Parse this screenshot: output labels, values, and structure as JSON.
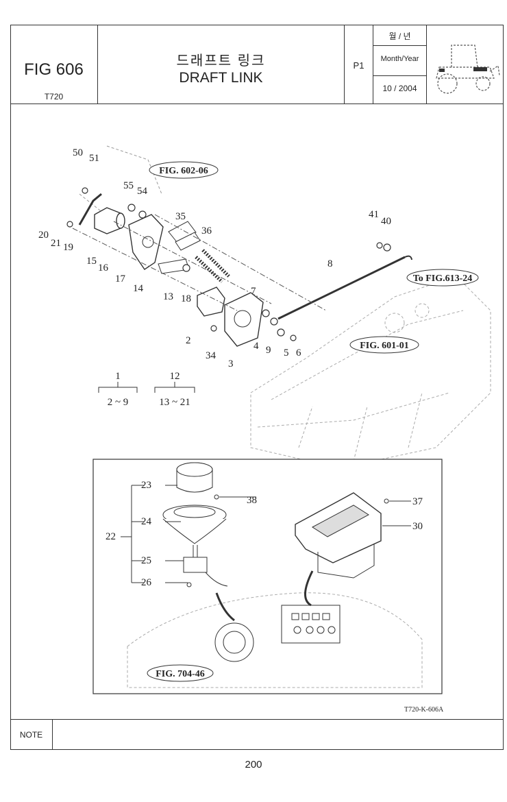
{
  "header": {
    "fig_label": "FIG 606",
    "model": "T720",
    "title_ko": "드래프트 링크",
    "title_en": "DRAFT LINK",
    "page": "P1",
    "month_year_ko": "월 / 년",
    "month_year_en": "Month/Year",
    "date": "10 / 2004"
  },
  "diagram": {
    "refs": {
      "fig60206": "FIG. 602-06",
      "fig61324": "To FIG.613-24",
      "fig60101": "FIG. 601-01",
      "fig70446": "FIG. 704-46"
    },
    "parts": [
      "50",
      "51",
      "55",
      "54",
      "35",
      "36",
      "20",
      "21",
      "19",
      "15",
      "16",
      "17",
      "14",
      "13",
      "18",
      "41",
      "40",
      "8",
      "7",
      "4",
      "9",
      "5",
      "6",
      "2",
      "34",
      "3"
    ],
    "groups": {
      "g1": {
        "num": "1",
        "range": "2 ~ 9"
      },
      "g12": {
        "num": "12",
        "range": "13 ~ 21"
      }
    },
    "inset_parts": [
      "23",
      "38",
      "24",
      "22",
      "25",
      "26",
      "37",
      "30"
    ],
    "drawing_code": "T720-K-606A"
  },
  "note_label": "NOTE",
  "page_number": "200"
}
